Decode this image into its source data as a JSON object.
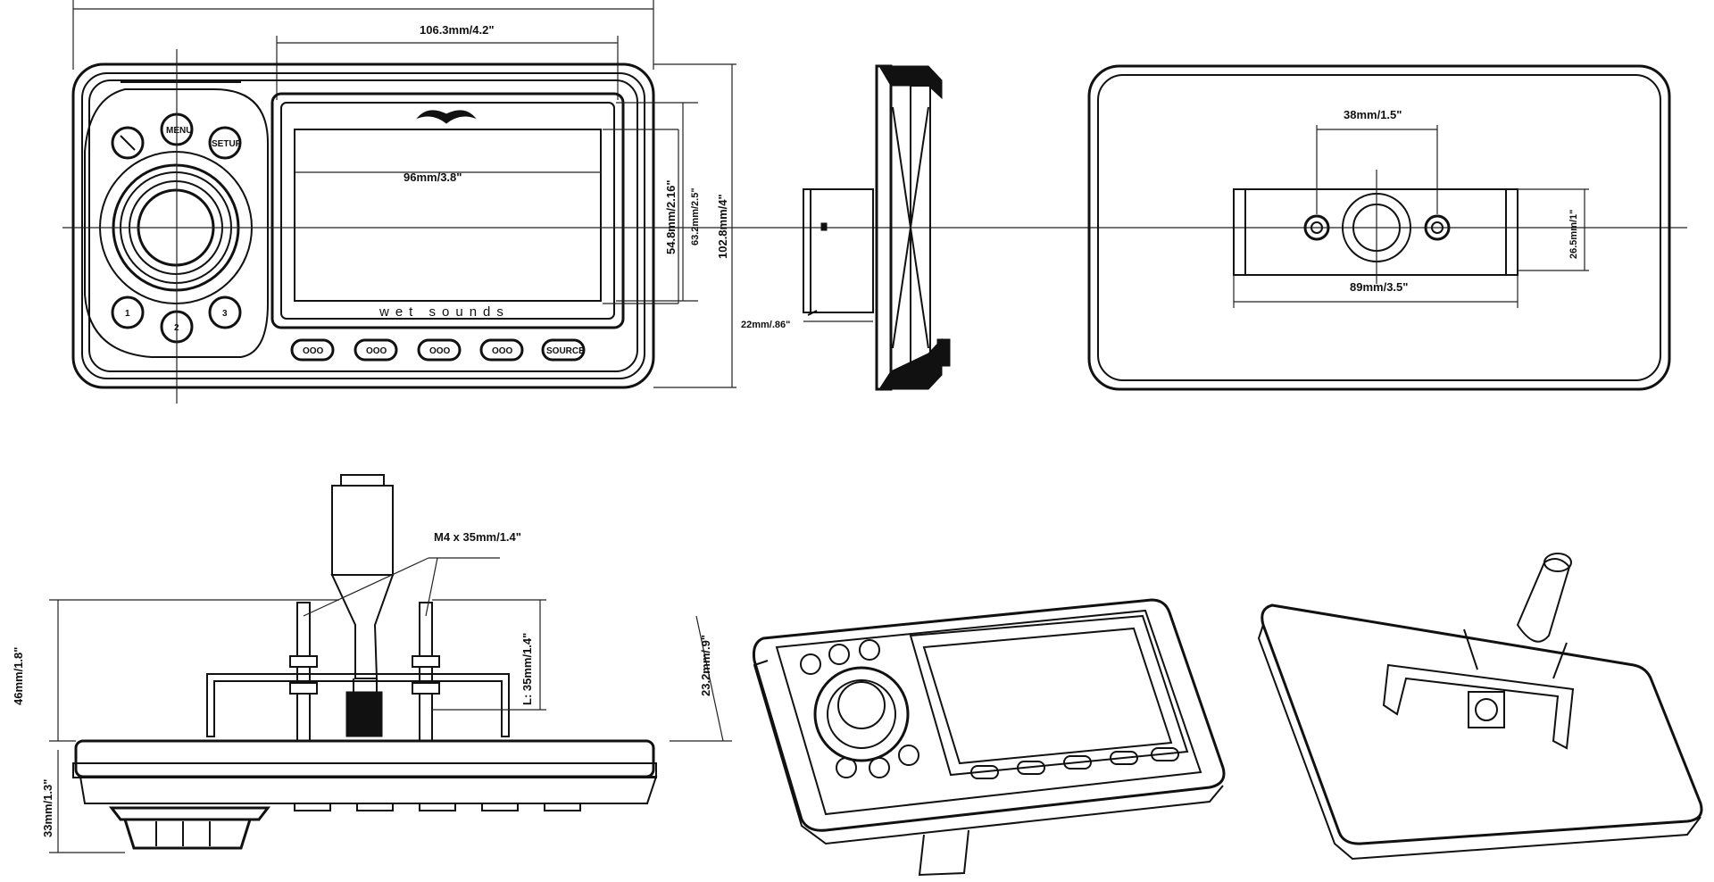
{
  "brand": "wet sounds",
  "front_view": {
    "buttons_top": [
      "",
      "MENU",
      "SETUP"
    ],
    "buttons_bottom": [
      "1",
      "2",
      "3"
    ],
    "soft_keys": [
      "OOO",
      "OOO",
      "OOO",
      "OOO",
      "SOURCE"
    ],
    "dims": {
      "overall_width": "106.3mm/4.2\"",
      "screen_width": "96mm/3.8\"",
      "screen_height": "54.8mm/2.16\"",
      "opening_height": "63.2mm/2.5\"",
      "overall_height": "102.8mm/4\""
    }
  },
  "side_view": {
    "dims": {
      "depth": "22mm/.86\""
    }
  },
  "rear_view": {
    "dims": {
      "stud_spacing": "38mm/1.5\"",
      "bracket_width": "89mm/3.5\"",
      "bracket_height": "26.5mm/1\""
    }
  },
  "bottom_view": {
    "dims": {
      "stud": "M4 x 35mm/1.4\"",
      "stud_length": "L: 35mm/1.4\"",
      "total_depth": "46mm/1.8\"",
      "face_depth": "33mm/1.3\"",
      "bezel_depth": "23.2mm/.9\""
    }
  }
}
